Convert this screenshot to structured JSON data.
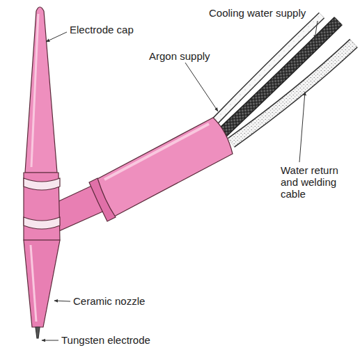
{
  "diagram": {
    "labels": [
      "Cooling water supply",
      "Argon supply",
      "Electrode cap",
      "Water return and welding cable",
      "Ceramic nozzle",
      "Tungsten electrode"
    ]
  }
}
